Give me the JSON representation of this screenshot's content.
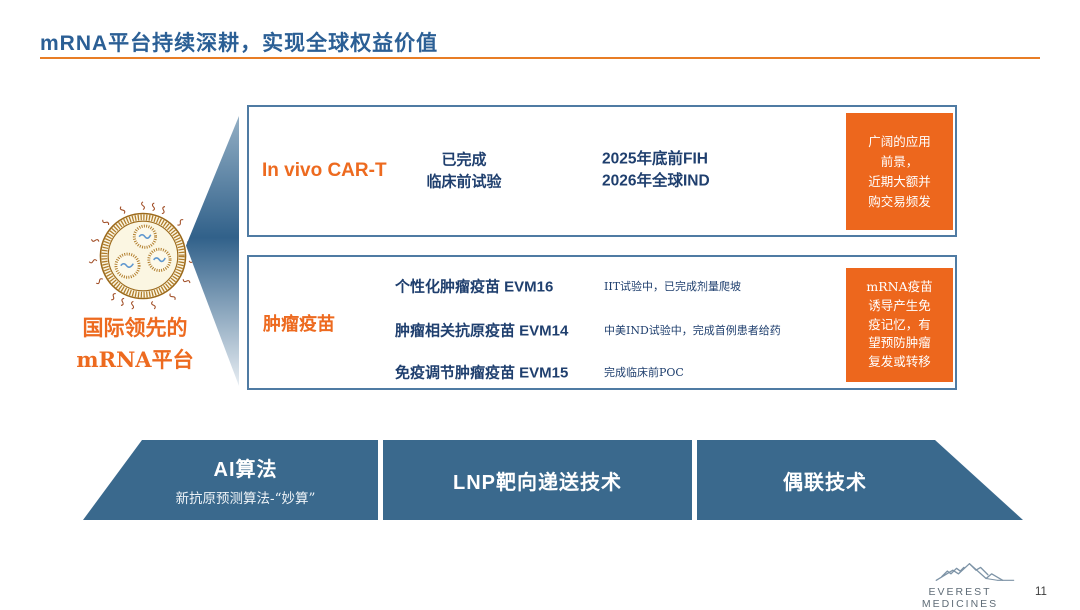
{
  "page": {
    "title": "mRNA平台持续深耕，实现全球权益价值",
    "page_number": "11"
  },
  "platform": {
    "label_line1": "国际领先的",
    "label_line2": "mRNA平台",
    "icon": "lnp-particle-icon"
  },
  "car_t_box": {
    "category": "In vivo CAR-T",
    "status_line1": "已完成",
    "status_line2": "临床前试验",
    "milestone_line1": "2025年底前FIH",
    "milestone_line2": "2026年全球IND",
    "callout_lines": [
      "广阔的应用",
      "前景，",
      "近期大额并",
      "购交易频发"
    ]
  },
  "vaccine_box": {
    "category": "肿瘤疫苗",
    "rows": [
      {
        "name": "个性化肿瘤疫苗 EVM16",
        "status": "IIT试验中，已完成剂量爬坡"
      },
      {
        "name": "肿瘤相关抗原疫苗 EVM14",
        "status": "中美IND试验中，完成首例患者给药"
      },
      {
        "name": "免疫调节肿瘤疫苗 EVM15",
        "status": "完成临床前POC"
      }
    ],
    "callout_lines": [
      "mRNA疫苗",
      "诱导产生免",
      "疫记忆，有",
      "望预防肿瘤",
      "复发或转移"
    ]
  },
  "banners": [
    {
      "title": "AI算法",
      "subtitle": "新抗原预测算法-“妙算”"
    },
    {
      "title": "LNP靶向递送技术"
    },
    {
      "title": "偶联技术"
    }
  ],
  "footer": {
    "logo_text": "EVEREST MEDICINES",
    "logo_icon": "mountain-logo-icon"
  },
  "colors": {
    "accent_orange": "#ED6A1F",
    "callout_orange": "#ED671D",
    "title_blue": "#2B5F95",
    "navy_text": "#1F3F6E",
    "banner_blue": "#3A698D",
    "box_border_blue": "#4F7BA3",
    "logo_gray": "#7D93A6"
  }
}
